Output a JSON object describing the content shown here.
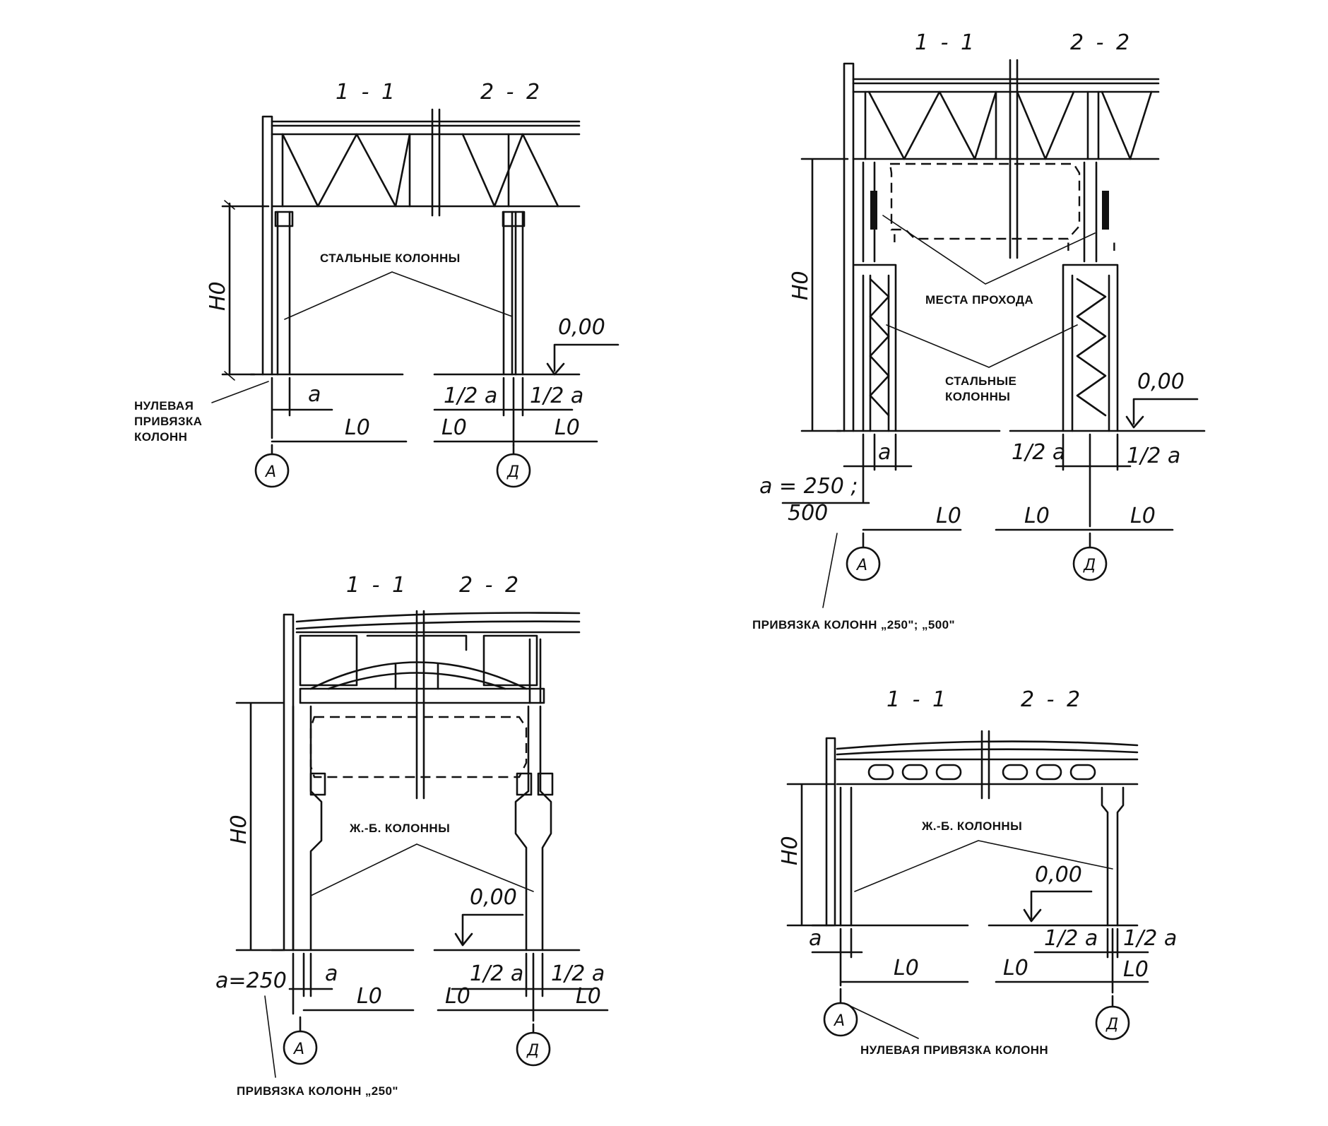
{
  "sections": {
    "s1": "1 - 1",
    "s2": "2 - 2"
  },
  "dims": {
    "height": "H0",
    "span": "L0",
    "offset_a": "a",
    "half_a": "1/2 a",
    "level": "0,00"
  },
  "axes": {
    "first": "А",
    "last": "Д"
  },
  "labels": {
    "steel_columns": "СТАЛЬНЫЕ КОЛОННЫ",
    "steel_columns_l1": "СТАЛЬНЫЕ",
    "steel_columns_l2": "КОЛОННЫ",
    "zero_tie_l1": "НУЛЕВАЯ",
    "zero_tie_l2": "ПРИВЯЗКА",
    "zero_tie_l3": "КОЛОНН",
    "zero_tie": "НУЛЕВАЯ ПРИВЯЗКА КОЛОНН",
    "passages": "МЕСТА ПРОХОДА",
    "rc_columns": "Ж.-Б. КОЛОННЫ",
    "tie_250_500": "ПРИВЯЗКА КОЛОНН „250\"; „500\"",
    "tie_250": "ПРИВЯЗКА КОЛОНН „250\"",
    "a_250_l1": "a = 250 ;",
    "a_250_l2": "500",
    "a_250": "a=250"
  }
}
